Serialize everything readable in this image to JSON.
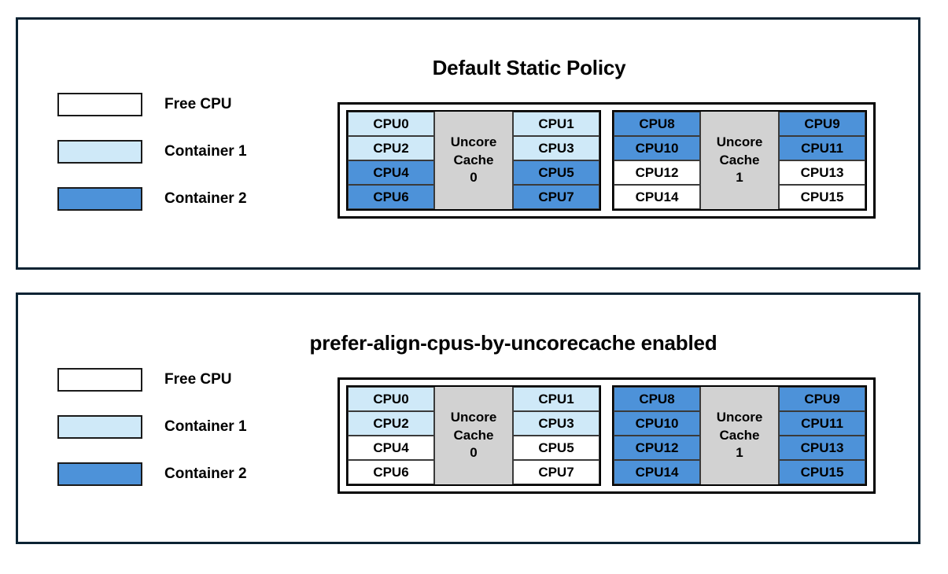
{
  "colors": {
    "free_cpu": "#ffffff",
    "container_1": "#cfe9f8",
    "container_2": "#4d92d9",
    "uncore_cache": "#d2d2d2",
    "panel_border": "#0b2333",
    "cell_border": "#3a3a3a",
    "text": "#000000"
  },
  "legend": {
    "items": [
      {
        "label": "Free CPU",
        "fill": "#ffffff"
      },
      {
        "label": "Container 1",
        "fill": "#cfe9f8"
      },
      {
        "label": "Container 2",
        "fill": "#4d92d9"
      }
    ]
  },
  "panels": [
    {
      "id": "default-static-policy",
      "title": "Default Static Policy",
      "caches": [
        {
          "name_line1": "Uncore",
          "name_line2": "Cache",
          "index": "0",
          "left_column": [
            {
              "label": "CPU0",
              "owner": "container_1",
              "fill": "#cfe9f8"
            },
            {
              "label": "CPU2",
              "owner": "container_1",
              "fill": "#cfe9f8"
            },
            {
              "label": "CPU4",
              "owner": "container_2",
              "fill": "#4d92d9"
            },
            {
              "label": "CPU6",
              "owner": "container_2",
              "fill": "#4d92d9"
            }
          ],
          "right_column": [
            {
              "label": "CPU1",
              "owner": "container_1",
              "fill": "#cfe9f8"
            },
            {
              "label": "CPU3",
              "owner": "container_1",
              "fill": "#cfe9f8"
            },
            {
              "label": "CPU5",
              "owner": "container_2",
              "fill": "#4d92d9"
            },
            {
              "label": "CPU7",
              "owner": "container_2",
              "fill": "#4d92d9"
            }
          ]
        },
        {
          "name_line1": "Uncore",
          "name_line2": "Cache",
          "index": "1",
          "left_column": [
            {
              "label": "CPU8",
              "owner": "container_2",
              "fill": "#4d92d9"
            },
            {
              "label": "CPU10",
              "owner": "container_2",
              "fill": "#4d92d9"
            },
            {
              "label": "CPU12",
              "owner": "free",
              "fill": "#ffffff"
            },
            {
              "label": "CPU14",
              "owner": "free",
              "fill": "#ffffff"
            }
          ],
          "right_column": [
            {
              "label": "CPU9",
              "owner": "container_2",
              "fill": "#4d92d9"
            },
            {
              "label": "CPU11",
              "owner": "container_2",
              "fill": "#4d92d9"
            },
            {
              "label": "CPU13",
              "owner": "free",
              "fill": "#ffffff"
            },
            {
              "label": "CPU15",
              "owner": "free",
              "fill": "#ffffff"
            }
          ]
        }
      ]
    },
    {
      "id": "prefer-align-cpus-by-uncorecache-enabled",
      "title": "prefer-align-cpus-by-uncorecache enabled",
      "caches": [
        {
          "name_line1": "Uncore",
          "name_line2": "Cache",
          "index": "0",
          "left_column": [
            {
              "label": "CPU0",
              "owner": "container_1",
              "fill": "#cfe9f8"
            },
            {
              "label": "CPU2",
              "owner": "container_1",
              "fill": "#cfe9f8"
            },
            {
              "label": "CPU4",
              "owner": "free",
              "fill": "#ffffff"
            },
            {
              "label": "CPU6",
              "owner": "free",
              "fill": "#ffffff"
            }
          ],
          "right_column": [
            {
              "label": "CPU1",
              "owner": "container_1",
              "fill": "#cfe9f8"
            },
            {
              "label": "CPU3",
              "owner": "container_1",
              "fill": "#cfe9f8"
            },
            {
              "label": "CPU5",
              "owner": "free",
              "fill": "#ffffff"
            },
            {
              "label": "CPU7",
              "owner": "free",
              "fill": "#ffffff"
            }
          ]
        },
        {
          "name_line1": "Uncore",
          "name_line2": "Cache",
          "index": "1",
          "left_column": [
            {
              "label": "CPU8",
              "owner": "container_2",
              "fill": "#4d92d9"
            },
            {
              "label": "CPU10",
              "owner": "container_2",
              "fill": "#4d92d9"
            },
            {
              "label": "CPU12",
              "owner": "container_2",
              "fill": "#4d92d9"
            },
            {
              "label": "CPU14",
              "owner": "container_2",
              "fill": "#4d92d9"
            }
          ],
          "right_column": [
            {
              "label": "CPU9",
              "owner": "container_2",
              "fill": "#4d92d9"
            },
            {
              "label": "CPU11",
              "owner": "container_2",
              "fill": "#4d92d9"
            },
            {
              "label": "CPU13",
              "owner": "container_2",
              "fill": "#4d92d9"
            },
            {
              "label": "CPU15",
              "owner": "container_2",
              "fill": "#4d92d9"
            }
          ]
        }
      ]
    }
  ]
}
